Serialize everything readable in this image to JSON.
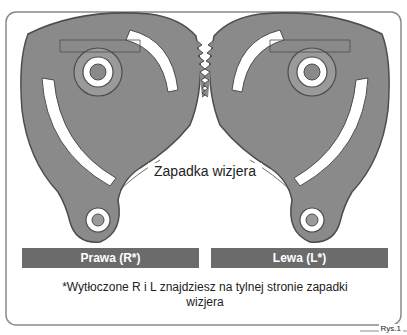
{
  "diagram": {
    "nodes": [
      {
        "text": [
          "Prawa (R*)"
        ]
      },
      {
        "text": [
          "Lewa (L*)"
        ]
      }
    ],
    "labels": [
      "Zapadka wizjera",
      "*Wytłoczone R i L znajdziesz na tylnej stronie zapadki wizjera",
      "Rys.1"
    ]
  }
}
